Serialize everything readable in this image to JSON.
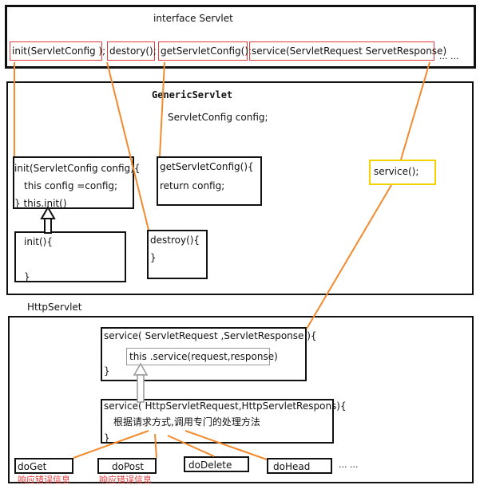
{
  "colors": {
    "orange": "#f28a2e",
    "red": "#e23b3b",
    "yellow": "#f2d200"
  },
  "servlet": {
    "title": "interface Servlet",
    "init": "init(ServletConfig );",
    "destroy": "destory();",
    "getConfig": "getServletConfig();",
    "service": "service(ServletRequest ServetResponse)",
    "more": "... ..."
  },
  "generic": {
    "title": "GenericServlet",
    "field": "ServletConfig config;",
    "init": [
      "init(ServletConfig config){",
      "this config =config;",
      "}  this.init()"
    ],
    "init2": [
      "init(){",
      "}"
    ],
    "getConfig": [
      "getServletConfig(){",
      "return config;"
    ],
    "destroy": [
      "destroy(){",
      "}"
    ],
    "service": "service();"
  },
  "http": {
    "title": "HttpServlet",
    "service1": [
      "service( ServletRequest ,ServletResponse ){",
      "this .service(request,response)",
      "}"
    ],
    "service2": [
      "service( HttpServletRequest,HttpServletRespons){",
      "根据请求方式,调用专门的处理方法",
      "}"
    ],
    "methods": [
      "doGet",
      "doPost",
      "doDelete",
      "doHead"
    ],
    "more": "... ...",
    "notes": [
      "响应错误信息",
      "响应错误信息"
    ]
  }
}
